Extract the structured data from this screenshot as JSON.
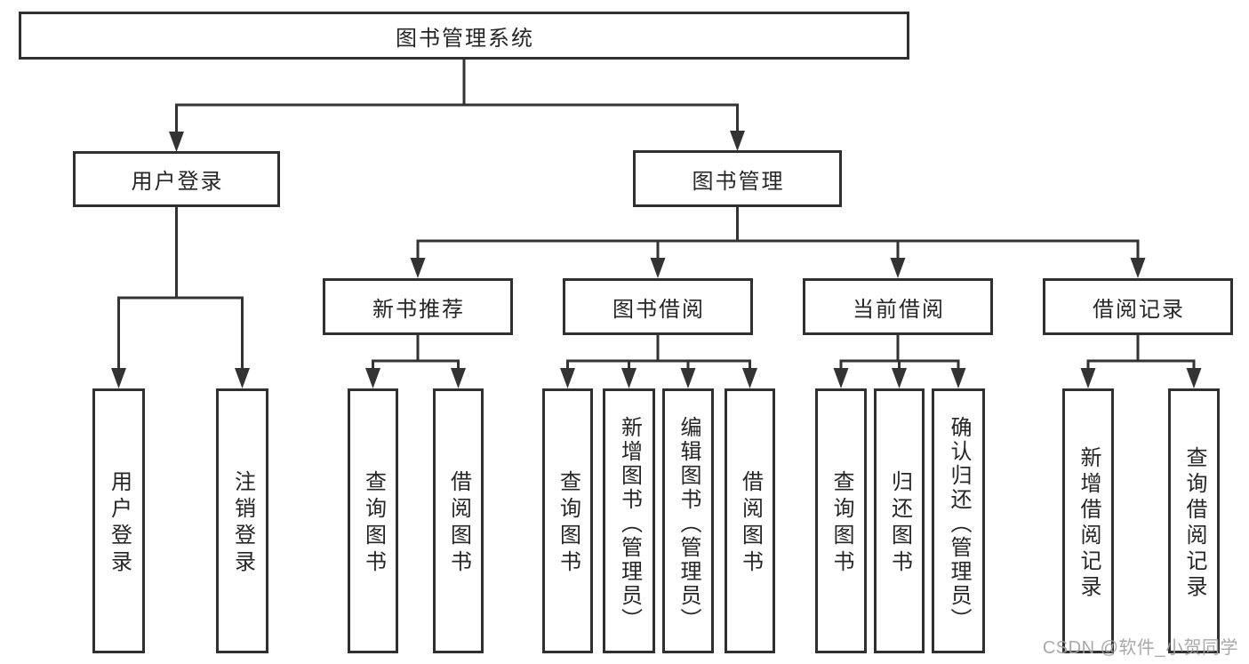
{
  "diagram": {
    "root": {
      "label": "图书管理系统"
    },
    "level2": [
      {
        "label": "用户登录"
      },
      {
        "label": "图书管理"
      }
    ],
    "level3": [
      {
        "label": "新书推荐",
        "parent": "图书管理"
      },
      {
        "label": "图书借阅",
        "parent": "图书管理"
      },
      {
        "label": "当前借阅",
        "parent": "图书管理"
      },
      {
        "label": "借阅记录",
        "parent": "图书管理"
      }
    ],
    "leaves": [
      {
        "label": "用户登录",
        "parent": "用户登录"
      },
      {
        "label": "注销登录",
        "parent": "用户登录"
      },
      {
        "label": "查询图书",
        "parent": "新书推荐"
      },
      {
        "label": "借阅图书",
        "parent": "新书推荐"
      },
      {
        "label": "查询图书",
        "parent": "图书借阅"
      },
      {
        "label": "新增图书（管理员）",
        "parent": "图书借阅"
      },
      {
        "label": "编辑图书（管理员）",
        "parent": "图书借阅"
      },
      {
        "label": "借阅图书",
        "parent": "图书借阅"
      },
      {
        "label": "查询图书",
        "parent": "当前借阅"
      },
      {
        "label": "归还图书",
        "parent": "当前借阅"
      },
      {
        "label": "确认归还（管理员）",
        "parent": "当前借阅"
      },
      {
        "label": "新增借阅记录",
        "parent": "借阅记录"
      },
      {
        "label": "查询借阅记录",
        "parent": "借阅记录"
      }
    ]
  },
  "watermark": {
    "text": "CSDN @软件_小贺同学"
  },
  "colors": {
    "line": "#333333",
    "border": "#303030",
    "text": "#262626",
    "background": "#ffffff",
    "watermark": "#a0a0a0"
  }
}
